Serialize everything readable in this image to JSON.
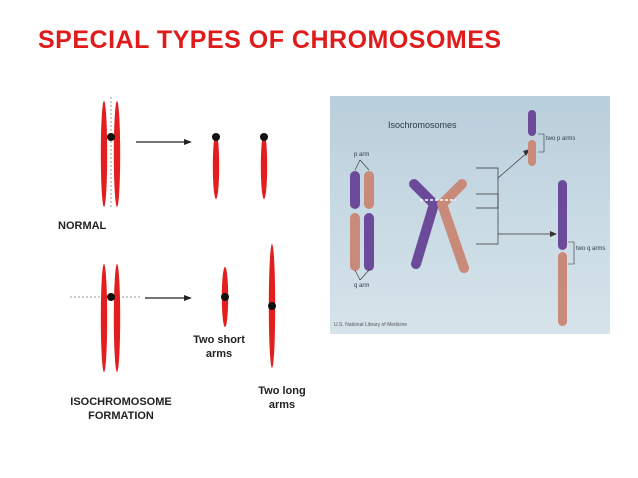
{
  "title": "SPECIAL TYPES OF CHROMOSOMES",
  "left_diagram": {
    "normal_label": "NORMAL",
    "two_short_arms_label": "Two short arms",
    "two_long_arms_label": "Two long arms",
    "formation_label": "ISOCHROMOSOME FORMATION",
    "colors": {
      "chromatid": "#e31e1e",
      "centromere": "#111111"
    }
  },
  "photo": {
    "title": "Isochromosomes",
    "p_arm_label": "p arm",
    "q_arm_label": "q arm",
    "two_p_arms_label": "two p arms",
    "two_q_arms_label": "two q arms",
    "credit": "U.S. National Library of Medicine",
    "colors": {
      "p_arm": "#6b4a9a",
      "q_arm": "#c98a7a",
      "background": "#c3d6e1"
    }
  }
}
